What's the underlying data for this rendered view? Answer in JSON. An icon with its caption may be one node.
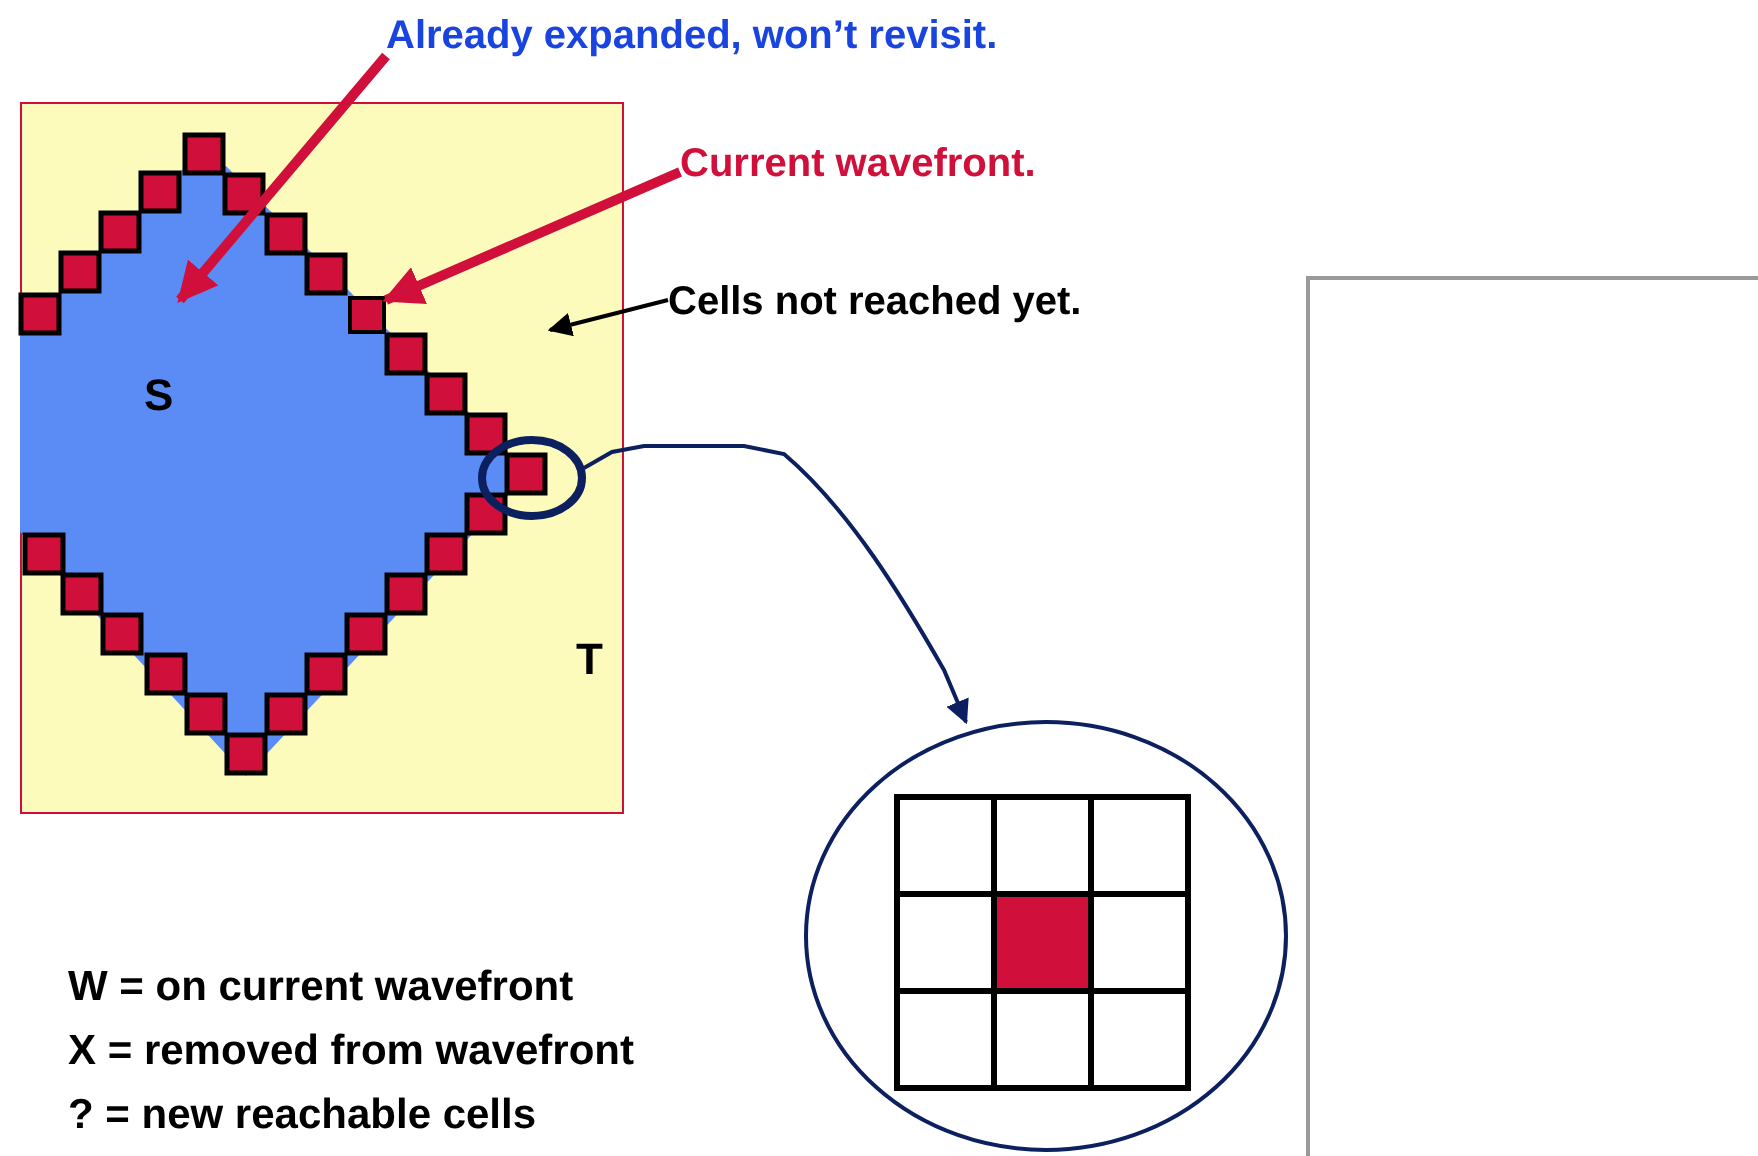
{
  "diagram": {
    "nodes": [
      {
        "text": [
          "Already expanded, won’t revisit."
        ]
      },
      {
        "text": [
          "Current wavefront."
        ]
      },
      {
        "text": [
          "Cells not reached yet."
        ]
      },
      {
        "text": [],
        "shape": "box"
      },
      {
        "text": [],
        "shape": "diamond",
        "in": 3
      },
      {
        "text": [],
        "shape": "box",
        "in": 4
      },
      {
        "text": [],
        "shape": "circle",
        "in": 3
      },
      {
        "text": [],
        "shape": "circle"
      }
    ],
    "edges": [
      {
        "from": 0,
        "to": 4,
        "arrow": "to",
        "style": "thick",
        "color": "#d0103a"
      },
      {
        "from": 1,
        "to": 5,
        "arrow": "to",
        "style": "thick",
        "color": "#d0103a"
      },
      {
        "from": 2,
        "to": 3,
        "arrow": "to",
        "color": "#000000"
      },
      {
        "from": 6,
        "to": 7,
        "arrow": "to",
        "color": "#0c1f5e"
      }
    ],
    "labels": [
      "S",
      "T",
      "W = on current wavefront",
      "X = removed from wavefront",
      "? = new reachable cells"
    ]
  }
}
